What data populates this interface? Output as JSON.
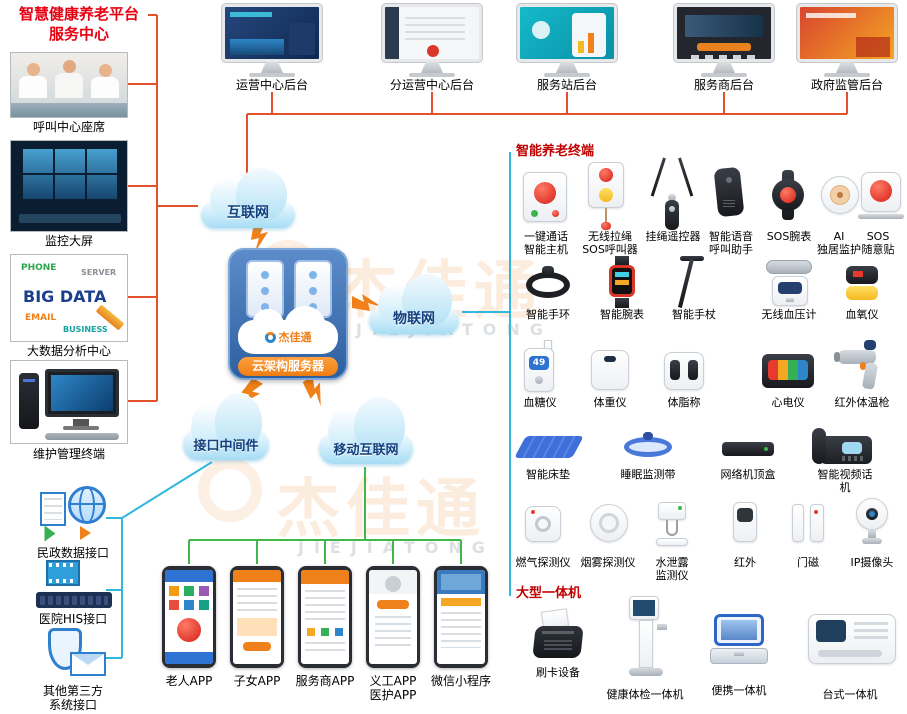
{
  "colors": {
    "accent_red": "#c00000",
    "title_red": "#e60012",
    "line_orange": "#e2512c",
    "line_blue": "#2fb7dd",
    "line_green": "#41b649",
    "bolt_orange": "#f08019",
    "server_blue": "#3a6cb4"
  },
  "header": {
    "line1": "智慧健康养老平台",
    "line2": "服务中心"
  },
  "left": {
    "facilities": [
      {
        "label": "呼叫中心座席"
      },
      {
        "label": "监控大屏"
      },
      {
        "label": "大数据分析中心"
      },
      {
        "label": "维护管理终端"
      }
    ],
    "big_data": {
      "main": "BIG DATA",
      "words": [
        "PHONE",
        "SERVER",
        "EMAIL",
        "BUSINESS"
      ]
    },
    "interfaces": [
      {
        "label": "民政数据接口"
      },
      {
        "label": "医院HIS接口"
      },
      {
        "label": "其他第三方\n系统接口"
      }
    ]
  },
  "backends": [
    {
      "label": "运营中心后台"
    },
    {
      "label": "分运营中心后台"
    },
    {
      "label": "服务站后台"
    },
    {
      "label": "服务商后台"
    },
    {
      "label": "政府监管后台"
    }
  ],
  "network": {
    "internet": "互联网",
    "iot": "物联网",
    "middleware": "接口中间件",
    "mobile": "移动互联网",
    "server": {
      "brand": "杰佳通",
      "label": "云架构服务器"
    }
  },
  "apps": [
    {
      "label": "老人APP"
    },
    {
      "label": "子女APP"
    },
    {
      "label": "服务商APP"
    },
    {
      "label": "义工APP\n医护APP"
    },
    {
      "label": "微信小程序"
    }
  ],
  "terminals": {
    "title": "智能养老终端",
    "readings": {
      "glucose": "49"
    },
    "rows": [
      {
        "items": [
          {
            "label": "一键通话\n智能主机"
          },
          {
            "label": "无线拉绳\nSOS呼叫器"
          },
          {
            "label": "挂绳遥控器"
          },
          {
            "label": "智能语音\n呼叫助手"
          },
          {
            "label": "SOS腕表"
          },
          {
            "label": "AI\n独居监护"
          },
          {
            "label": "SOS\n随意贴"
          }
        ]
      },
      {
        "items": [
          {
            "label": "智能手环"
          },
          {
            "label": "智能腕表"
          },
          {
            "label": "智能手杖"
          },
          {
            "label": "无线血压计"
          },
          {
            "label": "血氧仪"
          }
        ]
      },
      {
        "items": [
          {
            "label": "血糖仪"
          },
          {
            "label": "体重仪"
          },
          {
            "label": "体脂称"
          },
          {
            "label": "心电仪"
          },
          {
            "label": "红外体温枪"
          }
        ]
      },
      {
        "items": [
          {
            "label": "智能床垫"
          },
          {
            "label": "睡眠监测带"
          },
          {
            "label": "网络机顶盒"
          },
          {
            "label": "智能视频话机"
          }
        ]
      },
      {
        "items": [
          {
            "label": "燃气探测仪"
          },
          {
            "label": "烟雾探测仪"
          },
          {
            "label": "水泄露\n监测仪"
          },
          {
            "label": "红外"
          },
          {
            "label": "门磁"
          },
          {
            "label": "IP摄像头"
          }
        ]
      }
    ]
  },
  "kiosks": {
    "title": "大型一体机",
    "items": [
      {
        "label": "刷卡设备"
      },
      {
        "label": "健康体检一体机"
      },
      {
        "label": "便携一体机"
      },
      {
        "label": "台式一体机"
      }
    ]
  },
  "watermark": {
    "text": "杰佳通",
    "subtext": "JIEJIATONG"
  }
}
